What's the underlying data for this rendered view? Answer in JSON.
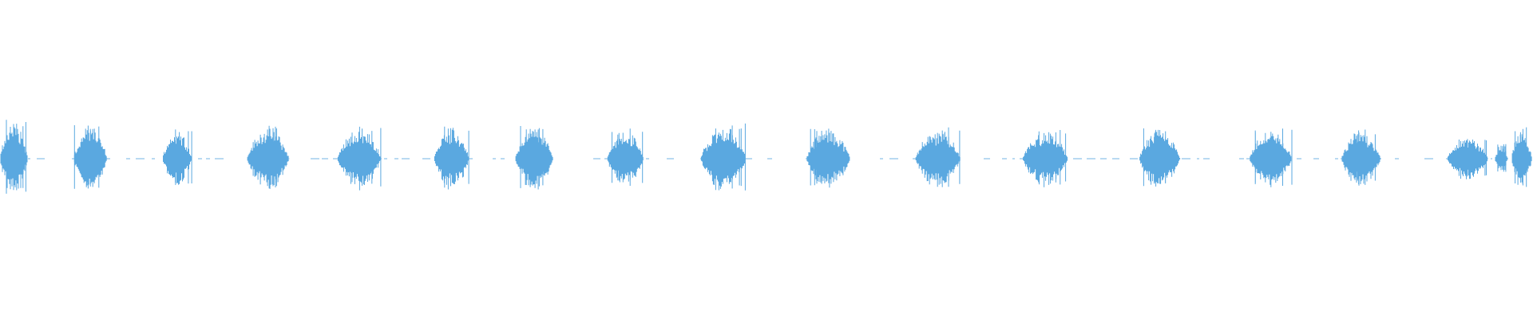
{
  "waveform": {
    "color": "#5aa8e0",
    "background": "#ffffff",
    "bursts": [
      {
        "start": 0.0,
        "end": 0.019,
        "level": 0.95
      },
      {
        "start": 0.048,
        "end": 0.071,
        "level": 0.8
      },
      {
        "start": 0.106,
        "end": 0.126,
        "level": 0.75
      },
      {
        "start": 0.161,
        "end": 0.19,
        "level": 0.8
      },
      {
        "start": 0.22,
        "end": 0.25,
        "level": 0.78
      },
      {
        "start": 0.283,
        "end": 0.307,
        "level": 0.82
      },
      {
        "start": 0.336,
        "end": 0.362,
        "level": 0.82
      },
      {
        "start": 0.396,
        "end": 0.421,
        "level": 0.72
      },
      {
        "start": 0.457,
        "end": 0.488,
        "level": 0.85
      },
      {
        "start": 0.526,
        "end": 0.556,
        "level": 0.78
      },
      {
        "start": 0.597,
        "end": 0.628,
        "level": 0.75
      },
      {
        "start": 0.667,
        "end": 0.698,
        "level": 0.72
      },
      {
        "start": 0.743,
        "end": 0.771,
        "level": 0.75
      },
      {
        "start": 0.815,
        "end": 0.844,
        "level": 0.72
      },
      {
        "start": 0.875,
        "end": 0.902,
        "level": 0.72
      },
      {
        "start": 0.944,
        "end": 0.972,
        "level": 0.55
      },
      {
        "start": 0.975,
        "end": 0.984,
        "level": 0.35
      },
      {
        "start": 0.986,
        "end": 1.0,
        "level": 0.75
      }
    ]
  }
}
